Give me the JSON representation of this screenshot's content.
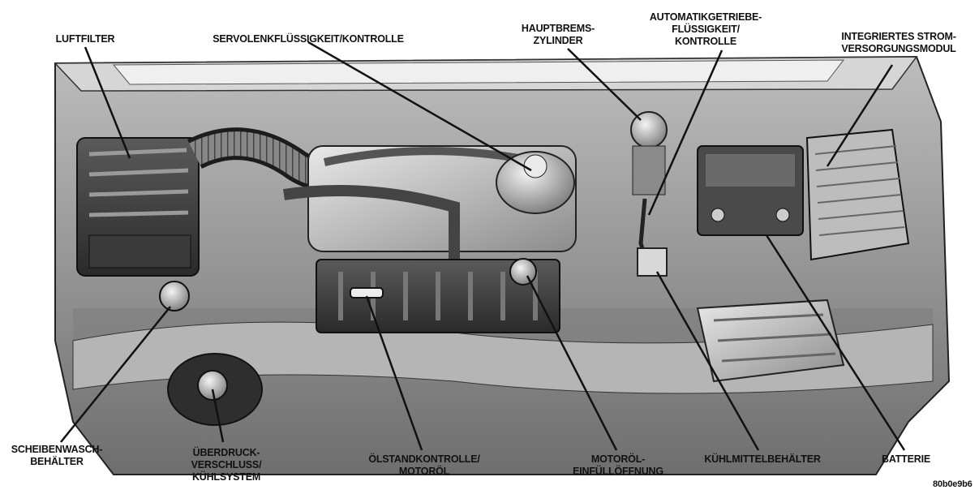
{
  "labels": {
    "luftfilter": [
      "LUFTFILTER"
    ],
    "servolenk": [
      "SERVOLENKFLÜSSIGKEIT/KONTROLLE"
    ],
    "hauptbrems": [
      "HAUPTBREMS-",
      "ZYLINDER"
    ],
    "automatik": [
      "AUTOMATIKGETRIEBE-",
      "FLÜSSIGKEIT/",
      "KONTROLLE"
    ],
    "stromversorgung": [
      "INTEGRIERTES STROM-",
      "VERSORGUNGSMODUL"
    ],
    "scheibenwasch": [
      "SCHEIBENWASCH-",
      "BEHÄLTER"
    ],
    "ueberdruck": [
      "ÜBERDRUCK-",
      "VERSCHLUSS/",
      "KÜHLSYSTEM"
    ],
    "oelstand": [
      "ÖLSTANDKONTROLLE/",
      "MOTORÖL"
    ],
    "motoroel": [
      "MOTORÖL-",
      "EINFÜLLÖFFNUNG"
    ],
    "kuehlmittel": [
      "KÜHLMITTELBEHÄLTER"
    ],
    "batterie": [
      "BATTERIE"
    ]
  },
  "image_code": "80b0e9b6",
  "colors": {
    "ink": "#111111",
    "paper": "#ffffff",
    "shade": "#8a8a8a"
  }
}
